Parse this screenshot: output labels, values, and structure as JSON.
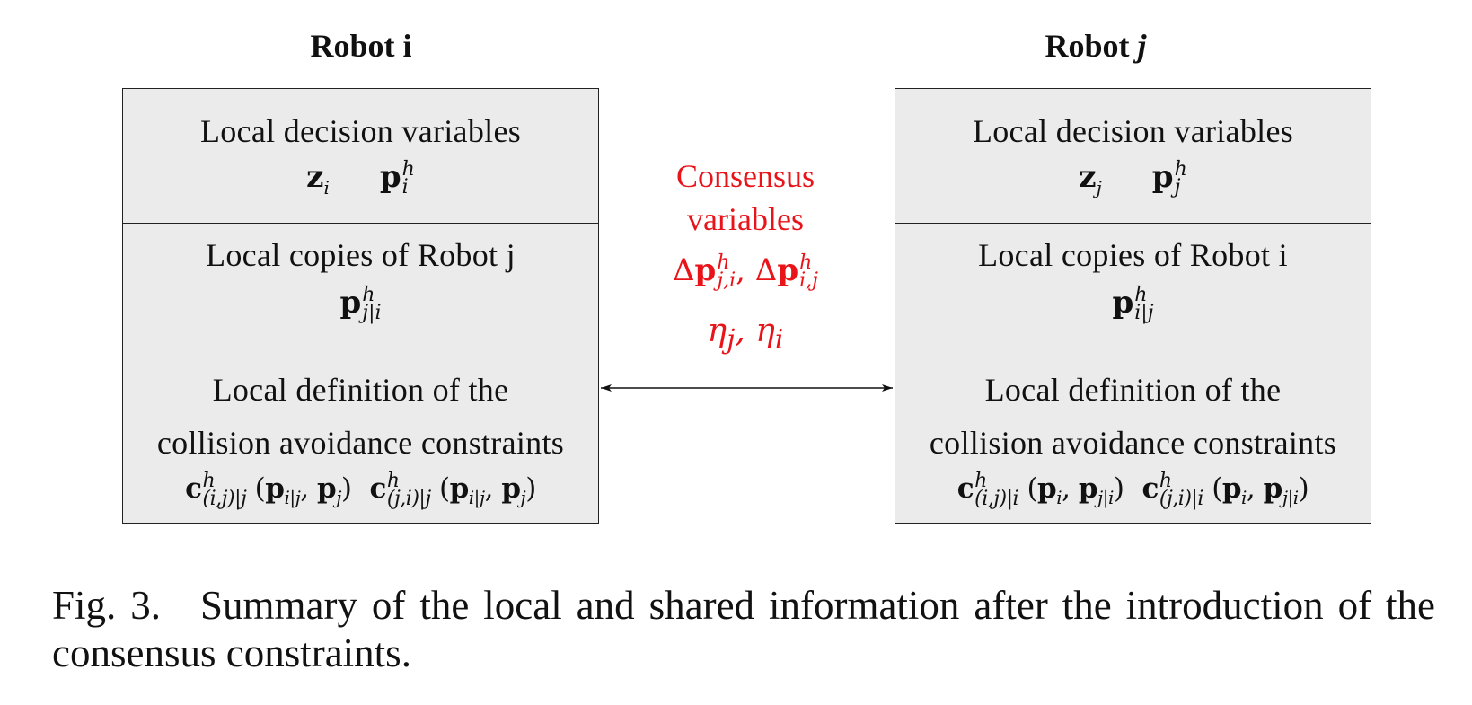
{
  "robots": {
    "left": {
      "title_word": "Robot",
      "title_index": "i",
      "sections": [
        {
          "label": "Local decision variables",
          "math_text": "z_i    p_i^h"
        },
        {
          "label": "Local copies of Robot j",
          "math_text": "p_{j|i}^h"
        },
        {
          "label_line1": "Local definition of the",
          "label_line2": "collision avoidance constraints",
          "math_text": "c^h_{(i,j)|j} (p_{i|j}, p_j)  c^h_{(j,i)|j} (p_{i|j}, p_j)"
        }
      ]
    },
    "right": {
      "title_word": "Robot",
      "title_index": "j",
      "sections": [
        {
          "label": "Local decision variables",
          "math_text": "z_j    p_j^h"
        },
        {
          "label": "Local copies of Robot i",
          "math_text": "p_{i|j}^h"
        },
        {
          "label_line1": "Local definition of the",
          "label_line2": "collision avoidance constraints",
          "math_text": "c^h_{(i,j)|i} (p_i, p_{j|i})  c^h_{(j,i)|i} (p_i, p_{j|i})"
        }
      ]
    }
  },
  "consensus": {
    "label_line1": "Consensus",
    "label_line2": "variables",
    "math_line1": "Δp^h_{j,i}, Δp^h_{i,j}",
    "math_line2": "η_j, η_i",
    "color": "#e8141a"
  },
  "caption": {
    "fig_label": "Fig. 3.",
    "text": "Summary of the local and shared information after the introduction of the consensus constraints."
  }
}
